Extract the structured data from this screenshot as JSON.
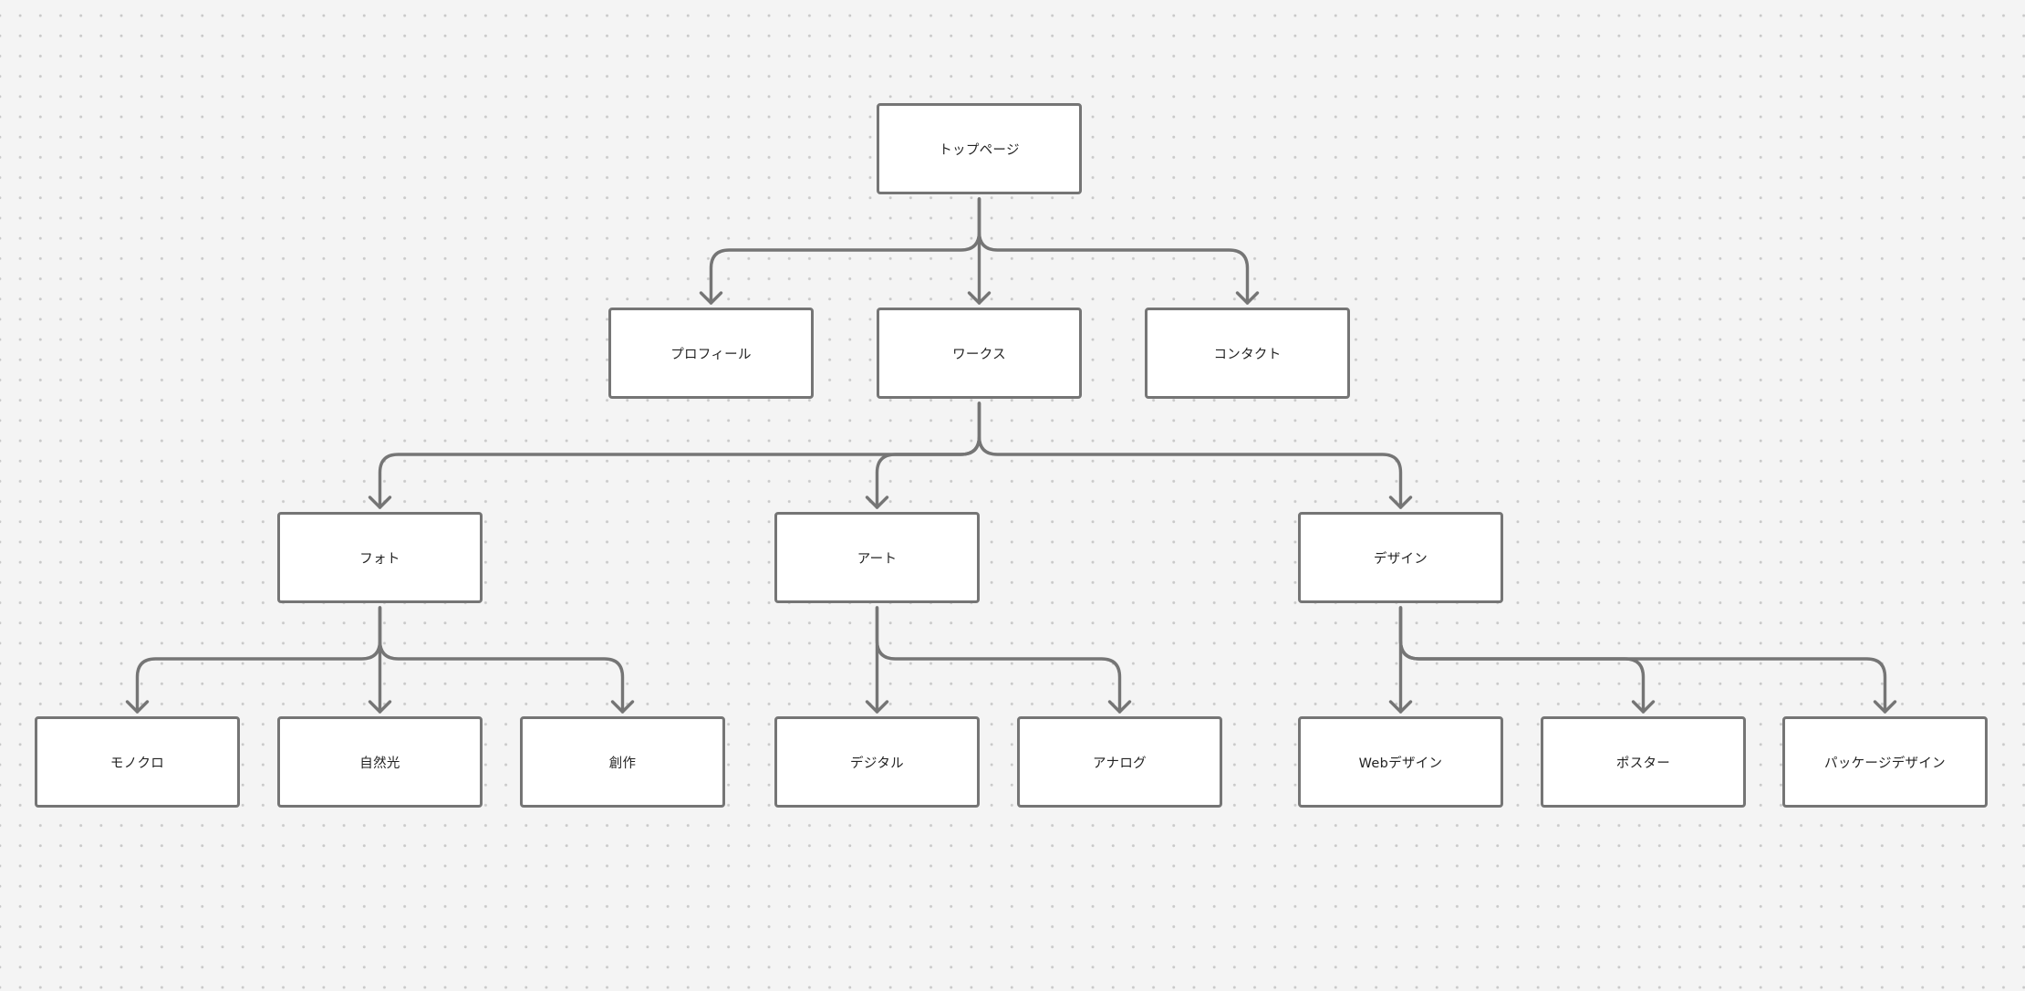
{
  "diagram": {
    "nodes": [
      {
        "id": "top",
        "label": "トップページ"
      },
      {
        "id": "profile",
        "label": "プロフィール"
      },
      {
        "id": "works",
        "label": "ワークス"
      },
      {
        "id": "contact",
        "label": "コンタクト"
      },
      {
        "id": "photo",
        "label": "フォト"
      },
      {
        "id": "art",
        "label": "アート"
      },
      {
        "id": "design",
        "label": "デザイン"
      },
      {
        "id": "mono",
        "label": "モノクロ"
      },
      {
        "id": "natural",
        "label": "自然光"
      },
      {
        "id": "creation",
        "label": "創作"
      },
      {
        "id": "digital",
        "label": "デジタル"
      },
      {
        "id": "analog",
        "label": "アナログ"
      },
      {
        "id": "web",
        "label": "Webデザイン"
      },
      {
        "id": "poster",
        "label": "ポスター"
      },
      {
        "id": "package",
        "label": "パッケージデザイン"
      }
    ],
    "edges": [
      {
        "from": "top",
        "to": "profile"
      },
      {
        "from": "top",
        "to": "works"
      },
      {
        "from": "top",
        "to": "contact"
      },
      {
        "from": "works",
        "to": "photo"
      },
      {
        "from": "works",
        "to": "art"
      },
      {
        "from": "works",
        "to": "design"
      },
      {
        "from": "photo",
        "to": "mono"
      },
      {
        "from": "photo",
        "to": "natural"
      },
      {
        "from": "photo",
        "to": "creation"
      },
      {
        "from": "art",
        "to": "digital"
      },
      {
        "from": "art",
        "to": "analog"
      },
      {
        "from": "design",
        "to": "web"
      },
      {
        "from": "design",
        "to": "poster"
      },
      {
        "from": "design",
        "to": "package"
      }
    ]
  }
}
